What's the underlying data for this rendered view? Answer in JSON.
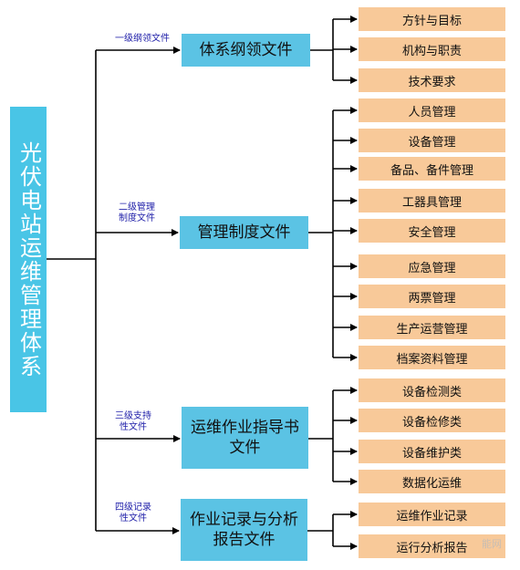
{
  "root": {
    "label": "光伏电站运维管理体系"
  },
  "branches": [
    {
      "edge_label": "一级纲领文件",
      "label": "体系纲领文件",
      "leaves": [
        "方针与目标",
        "机构与职责",
        "技术要求"
      ]
    },
    {
      "edge_label": "二级管理\n制度文件",
      "label": "管理制度文件",
      "leaves": [
        "人员管理",
        "设备管理",
        "备品、备件管理",
        "工器具管理",
        "安全管理",
        "应急管理",
        "两票管理",
        "生产运营管理",
        "档案资料管理"
      ]
    },
    {
      "edge_label": "三级支持\n性文件",
      "label": "运维作业指导书\n文件",
      "leaves": [
        "设备检测类",
        "设备检修类",
        "设备维护类",
        "数据化运维"
      ]
    },
    {
      "edge_label": "四级记录\n性文件",
      "label": "作业记录与分析\n报告文件",
      "leaves": [
        "运维作业记录",
        "运行分析报告"
      ]
    }
  ],
  "watermark": "能网",
  "colors": {
    "root": "#49c5e6",
    "level1": "#5bc3e4",
    "leaf": "#f8c999",
    "line": "#000000"
  }
}
